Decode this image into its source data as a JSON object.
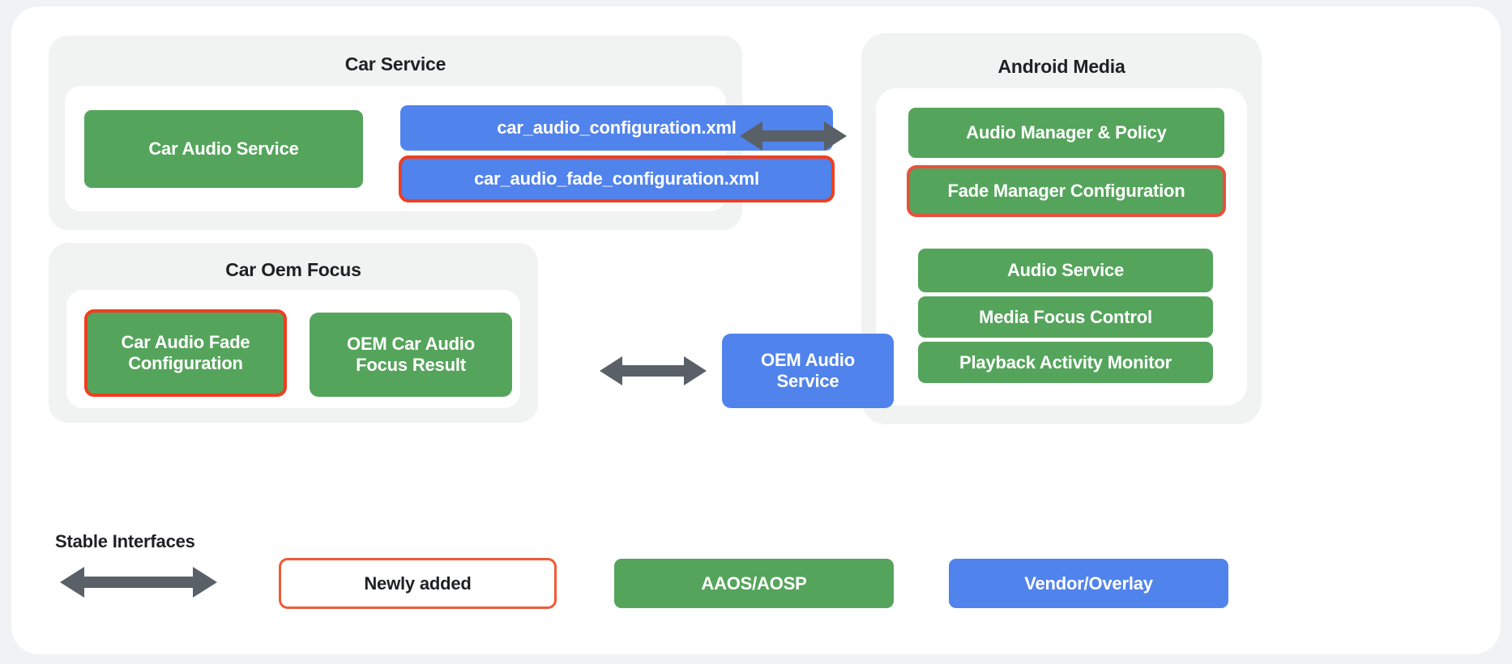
{
  "diagram": {
    "title_hidden": "",
    "groups": [
      {
        "id": "car-service",
        "title": "Car Service",
        "nodes": [
          {
            "id": "car-audio-service",
            "label": "Car Audio Service",
            "kind": "green",
            "highlight": false
          },
          {
            "id": "car-audio-configuration-xml",
            "label": "car_audio_configuration.xml",
            "kind": "blue",
            "highlight": false
          },
          {
            "id": "car-audio-fade-configuration-xml",
            "label": "car_audio_fade_configuration.xml",
            "kind": "blue",
            "highlight": true
          }
        ]
      },
      {
        "id": "car-oem-focus",
        "title": "Car Oem Focus",
        "nodes": [
          {
            "id": "car-audio-fade-configuration",
            "label": "Car Audio Fade\nConfiguration",
            "kind": "green",
            "highlight": true
          },
          {
            "id": "oem-car-audio-focus-result",
            "label": "OEM Car Audio\nFocus Result",
            "kind": "green",
            "highlight": false
          }
        ]
      },
      {
        "id": "android-media",
        "title": "Android Media",
        "nodes": [
          {
            "id": "audio-manager-policy",
            "label": "Audio Manager & Policy",
            "kind": "green",
            "highlight": false
          },
          {
            "id": "fade-manager-configuration",
            "label": "Fade Manager Configuration",
            "kind": "green",
            "highlight": true
          },
          {
            "id": "audio-service",
            "label": "Audio Service",
            "kind": "green",
            "highlight": false
          },
          {
            "id": "media-focus-control",
            "label": "Media Focus Control",
            "kind": "green",
            "highlight": false
          },
          {
            "id": "playback-activity-monitor",
            "label": "Playback Activity Monitor",
            "kind": "green",
            "highlight": false
          }
        ]
      }
    ],
    "standalone_nodes": [
      {
        "id": "oem-audio-service",
        "label": "OEM Audio\nService",
        "kind": "blue",
        "highlight": false
      }
    ],
    "connectors": [
      {
        "id": "car-service-to-android-media",
        "type": "bidirectional-arrow"
      },
      {
        "id": "car-oem-focus-to-oem-audio-service",
        "type": "bidirectional-arrow"
      }
    ]
  },
  "legend": {
    "stable_interfaces_label": "Stable Interfaces",
    "arrow_sample": "bidirectional-arrow",
    "items": [
      {
        "id": "newly-added",
        "label": "Newly added",
        "kind": "outline"
      },
      {
        "id": "aaos-aosp",
        "label": "AAOS/AOSP",
        "kind": "green"
      },
      {
        "id": "vendor-overlay",
        "label": "Vendor/Overlay",
        "kind": "blue"
      }
    ]
  },
  "colors": {
    "green": "#55a45c",
    "blue": "#5183ec",
    "highlight_red": "#ef3e1f",
    "arrow_gray": "#5a6067",
    "group_bg": "#f1f2f2",
    "page_bg": "#f1f2f4",
    "card_bg": "#ffffff",
    "text_dark": "#1f2023"
  }
}
